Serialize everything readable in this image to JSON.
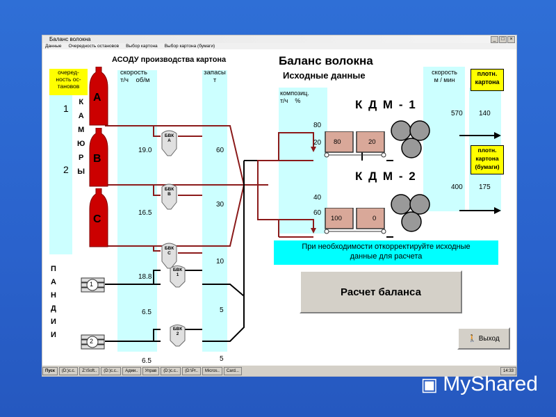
{
  "window": {
    "title": "Баланс волокна",
    "menu": [
      "Данные",
      "Очередность остановов",
      "Выбор картона",
      "Выбор картона (бумаги)"
    ]
  },
  "header": {
    "asodu": "АСОДУ  производства картона",
    "main_title": "Баланс волокна",
    "subtitle": "Исходные данные"
  },
  "queue_box": {
    "label": "очеред-\nность ос-\nтановов",
    "items": [
      "1",
      "2"
    ]
  },
  "columns": {
    "speed": "скорость\nт/ч    об/м",
    "stocks": "запасы\nт",
    "composition": "композиц.\nт/ч    %",
    "speed_kdm": "скорость\nм / мин",
    "density_board": "плотн.\nкартона",
    "density_paper": "плотн.\nкартона\n(бумаги)"
  },
  "side_labels": {
    "kamyury": "КАМЮРЫ",
    "pandii": "ПАНДИИ"
  },
  "kamyur": [
    {
      "letter": "А",
      "speed": "19.0",
      "bvk": "БВК\nА",
      "stock": "60"
    },
    {
      "letter": "В",
      "speed": "16.5",
      "bvk": "БВК\nВ",
      "stock": "30"
    },
    {
      "letter": "С",
      "speed": "18.8",
      "bvk": "БВК\nС",
      "stock": "10"
    }
  ],
  "pandii": [
    {
      "num": "1",
      "speed": "6.5",
      "bvk": "БВК\n1",
      "stock": "5"
    },
    {
      "num": "2",
      "speed": "6.5",
      "bvk": "БВК\n2",
      "stock": "5"
    }
  ],
  "kdm": [
    {
      "name": "К Д М - 1",
      "comp_top": "80",
      "comp_bot": "20",
      "tank_left": "80",
      "tank_right": "20",
      "speed": "570",
      "density": "140"
    },
    {
      "name": "К Д М - 2",
      "comp_top": "40",
      "comp_bot": "60",
      "tank_left": "100",
      "tank_right": "0",
      "speed": "400",
      "density": "175"
    }
  ],
  "notice": "При необходимости откорректируйте исходные\nданные для расчета",
  "calc_button": "Расчет баланса",
  "exit_button": "Выход",
  "taskbar": {
    "start": "Пуск",
    "items": [
      "(D:)c.c.",
      "Z:\\Soft..",
      "(D:)c.c..",
      "Адми..",
      "Управ",
      "(D:)c.c..",
      "(D:\\Pr..",
      "Micros..",
      "Card..."
    ],
    "clock": "14:33"
  },
  "watermark": "MyShared",
  "colors": {
    "cyan": "#ccffff",
    "yellow": "#ffff00",
    "red": "#cc0000",
    "pipe": "#8b1a1a",
    "notice": "#00ffff"
  }
}
